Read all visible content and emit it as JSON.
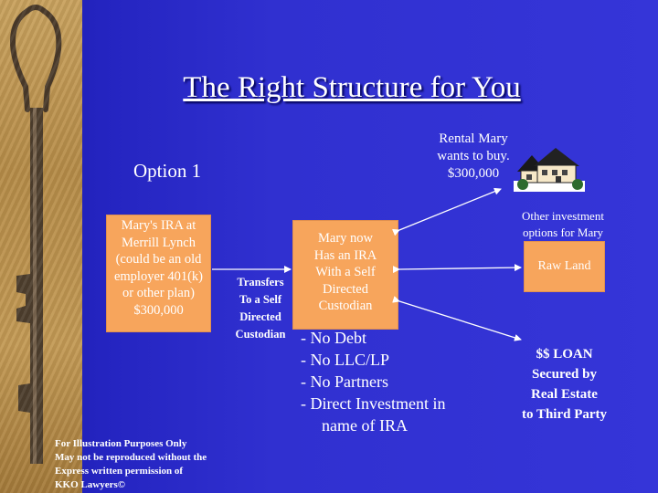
{
  "slide": {
    "title": "The Right Structure for You",
    "option_label": "Option 1",
    "rental_text": [
      "Rental Mary",
      "wants to buy.",
      "$300,000"
    ],
    "other_options_text": [
      "Other investment",
      "options for Mary"
    ],
    "current_ira_box": [
      "Mary's IRA at",
      "Merrill Lynch",
      "(could be an old",
      "employer 401(k)",
      "or other plan)",
      "$300,000"
    ],
    "transfer_label": [
      "Transfers",
      "To a Self",
      "Directed",
      "Custodian"
    ],
    "new_ira_box": [
      "Mary now",
      "Has an IRA",
      "With a Self",
      "Directed",
      "Custodian"
    ],
    "raw_land_box": "Raw Land",
    "bullets": [
      "- No Debt",
      "- No LLC/LP",
      "- No Partners",
      "- Direct Investment in",
      "name of IRA"
    ],
    "loan_text": [
      "$$ LOAN",
      "Secured by",
      "Real Estate",
      "to Third Party"
    ],
    "disclaimer": [
      "For Illustration Purposes Only",
      "May not be reproduced without the",
      "Express written permission of",
      "KKO Lawyers©"
    ]
  },
  "colors": {
    "background": "#3030d0",
    "box_fill": "#f7a55c",
    "text": "#ffffff"
  },
  "icons": [
    "key-image",
    "house-icon"
  ]
}
